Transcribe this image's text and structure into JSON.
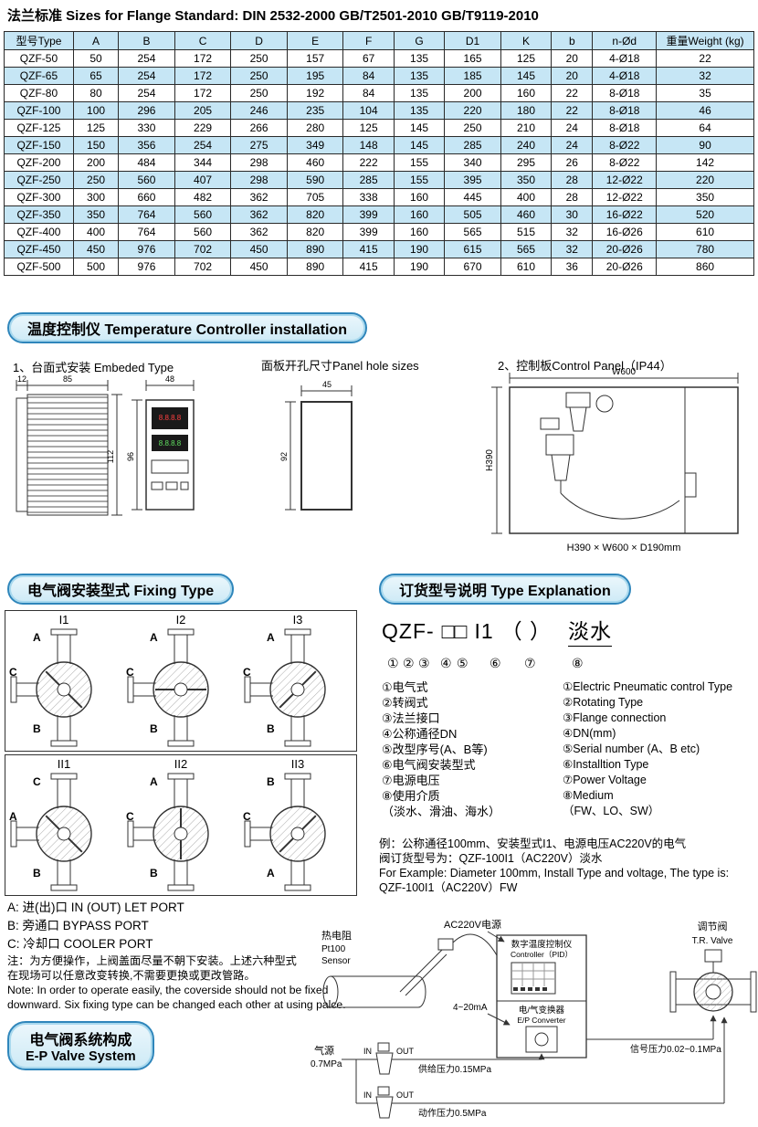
{
  "page_title": "法兰标准 Sizes for Flange Standard: DIN 2532-2000  GB/T2501-2010  GB/T9119-2010",
  "flange_table": {
    "headers": [
      "型号Type",
      "A",
      "B",
      "C",
      "D",
      "E",
      "F",
      "G",
      "D1",
      "K",
      "b",
      "n-Ød",
      "重量Weight (kg)"
    ],
    "rows": [
      [
        "QZF-50",
        "50",
        "254",
        "172",
        "250",
        "157",
        "67",
        "135",
        "165",
        "125",
        "20",
        "4-Ø18",
        "22"
      ],
      [
        "QZF-65",
        "65",
        "254",
        "172",
        "250",
        "195",
        "84",
        "135",
        "185",
        "145",
        "20",
        "4-Ø18",
        "32"
      ],
      [
        "QZF-80",
        "80",
        "254",
        "172",
        "250",
        "192",
        "84",
        "135",
        "200",
        "160",
        "22",
        "8-Ø18",
        "35"
      ],
      [
        "QZF-100",
        "100",
        "296",
        "205",
        "246",
        "235",
        "104",
        "135",
        "220",
        "180",
        "22",
        "8-Ø18",
        "46"
      ],
      [
        "QZF-125",
        "125",
        "330",
        "229",
        "266",
        "280",
        "125",
        "145",
        "250",
        "210",
        "24",
        "8-Ø18",
        "64"
      ],
      [
        "QZF-150",
        "150",
        "356",
        "254",
        "275",
        "349",
        "148",
        "145",
        "285",
        "240",
        "24",
        "8-Ø22",
        "90"
      ],
      [
        "QZF-200",
        "200",
        "484",
        "344",
        "298",
        "460",
        "222",
        "155",
        "340",
        "295",
        "26",
        "8-Ø22",
        "142"
      ],
      [
        "QZF-250",
        "250",
        "560",
        "407",
        "298",
        "590",
        "285",
        "155",
        "395",
        "350",
        "28",
        "12-Ø22",
        "220"
      ],
      [
        "QZF-300",
        "300",
        "660",
        "482",
        "362",
        "705",
        "338",
        "160",
        "445",
        "400",
        "28",
        "12-Ø22",
        "350"
      ],
      [
        "QZF-350",
        "350",
        "764",
        "560",
        "362",
        "820",
        "399",
        "160",
        "505",
        "460",
        "30",
        "16-Ø22",
        "520"
      ],
      [
        "QZF-400",
        "400",
        "764",
        "560",
        "362",
        "820",
        "399",
        "160",
        "565",
        "515",
        "32",
        "16-Ø26",
        "610"
      ],
      [
        "QZF-450",
        "450",
        "976",
        "702",
        "450",
        "890",
        "415",
        "190",
        "615",
        "565",
        "32",
        "20-Ø26",
        "780"
      ],
      [
        "QZF-500",
        "500",
        "976",
        "702",
        "450",
        "890",
        "415",
        "190",
        "670",
        "610",
        "36",
        "20-Ø26",
        "860"
      ]
    ]
  },
  "temp_section": {
    "bubble": "温度控制仪 Temperature Controller installation",
    "embedded_label": "1、台面式安装 Embeded Type",
    "panel_hole_label": "面板开孔尺寸Panel hole sizes",
    "control_panel_label": "2、控制板Control Panel（IP44）",
    "dims": {
      "strip_width": "12",
      "body_width": "85",
      "body_height": "112",
      "ctrl_width": "48",
      "ctrl_height": "96",
      "hole_width": "45",
      "hole_height": "92",
      "panel_width": "W600",
      "panel_height": "H390"
    },
    "display_row1": "8.8.8.8",
    "display_row2": "8.8.8.8",
    "panel_caption": "H390 × W600 × D190mm"
  },
  "fixing_section": {
    "bubble": "电气阀安装型式 Fixing Type",
    "diagrams": [
      {
        "label": "I1",
        "top": "A",
        "left": "C",
        "bottom": "B"
      },
      {
        "label": "I2",
        "top": "A",
        "left": "C",
        "bottom": "B"
      },
      {
        "label": "I3",
        "top": "A",
        "left": "C",
        "bottom": "B"
      },
      {
        "label": "II1",
        "top": "C",
        "left": "A",
        "bottom": "B"
      },
      {
        "label": "II2",
        "top": "A",
        "left": "C",
        "bottom": "B"
      },
      {
        "label": "II3",
        "top": "B",
        "left": "C",
        "bottom": "A"
      }
    ]
  },
  "type_section": {
    "bubble": "订货型号说明 Type Explanation",
    "code_parts": [
      "QZF-",
      "□□",
      "I1",
      "（ ）",
      "淡水"
    ],
    "circled": [
      "①",
      "②",
      "③",
      "④",
      "⑤",
      "⑥",
      "⑦",
      "⑧"
    ],
    "cn_items": [
      "①电气式",
      "②转阀式",
      "③法兰接口",
      "④公称通径DN",
      "⑤改型序号(A、B等)",
      "⑥电气阀安装型式",
      "⑦电源电压",
      "⑧使用介质",
      "（淡水、滑油、海水）"
    ],
    "en_items": [
      "①Electric Pneumatic control Type",
      "②Rotating Type",
      "③Flange connection",
      "④DN(mm)",
      "⑤Serial number (A、B etc)",
      "⑥Installtion Type",
      "⑦Power Voltage",
      "⑧Medium",
      "（FW、LO、SW）"
    ],
    "example_lines": [
      "例：公称通径100mm、安装型式I1、电源电压AC220V的电气",
      "阀订货型号为：QZF-100I1（AC220V）淡水",
      "For Example: Diameter 100mm, Install Type and voltage, The type is:",
      "QZF-100I1（AC220V）FW"
    ]
  },
  "ports_note": {
    "port_lines": [
      "A:  进(出)口  IN (OUT) LET PORT",
      "B: 旁通口 BYPASS  PORT",
      "C: 冷却口 COOLER  PORT"
    ],
    "note_lines": [
      "注：为方便操作，上阀盖面尽量不朝下安装。上述六种型式",
      "在现场可以任意改变转换,不需要更换或更改管路。",
      "Note: In order to operate easily, the coverside should not be fixed",
      "downward. Six fixing type can be changed each other at using palce."
    ]
  },
  "ep_section": {
    "bubble_cn": "电气阀系统构成",
    "bubble_en": "E-P Valve System",
    "sensor_cn": "热电阻",
    "sensor_model": "Pt100",
    "sensor_en": "Sensor",
    "power_label": "AC220V电源",
    "controller_cn": "数字温度控制仪",
    "controller_en": "Controller（PID）",
    "converter_cn": "电/气变换器",
    "converter_en": "E/P Converter",
    "signal_ma": "4~20mA",
    "valve_cn": "调节阀",
    "valve_en": "T.R. Valve",
    "air_label": "气源",
    "air_pressure": "0.7MPa",
    "in_label": "IN",
    "out_label": "OUT",
    "supply_pressure": "供给压力0.15MPa",
    "action_pressure": "动作压力0.5MPa",
    "signal_pressure": "信号压力0.02~0.1MPa"
  }
}
